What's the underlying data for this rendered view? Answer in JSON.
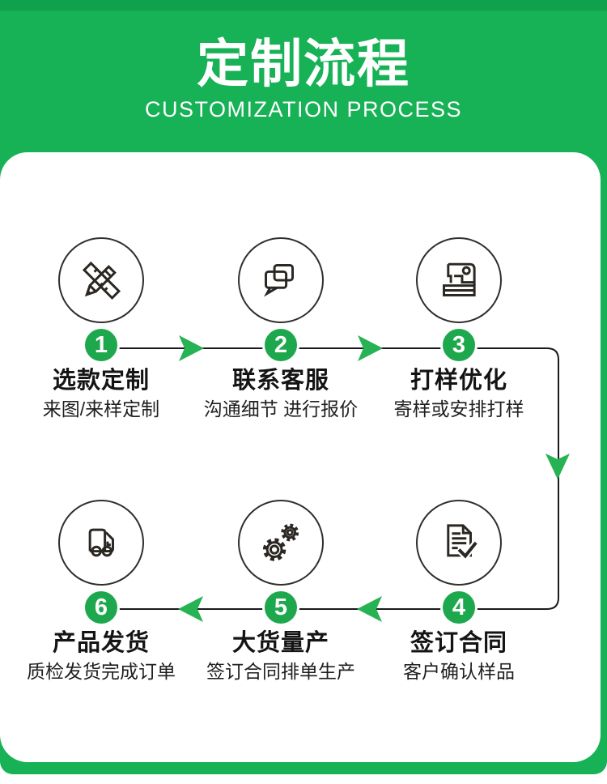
{
  "header": {
    "title": "定制流程",
    "subtitle": "CUSTOMIZATION PROCESS"
  },
  "steps": [
    {
      "number": "1",
      "title": "选款定制",
      "subtitle": "来图/来样定制",
      "icon": "pencil-ruler-icon"
    },
    {
      "number": "2",
      "title": "联系客服",
      "subtitle": "沟通细节 进行报价",
      "icon": "chat-bubbles-icon"
    },
    {
      "number": "3",
      "title": "打样优化",
      "subtitle": "寄样或安排打样",
      "icon": "sewing-machine-icon"
    },
    {
      "number": "4",
      "title": "签订合同",
      "subtitle": "客户确认样品",
      "icon": "document-check-icon"
    },
    {
      "number": "5",
      "title": "大货量产",
      "subtitle": "签订合同排单生产",
      "icon": "gears-icon"
    },
    {
      "number": "6",
      "title": "产品发货",
      "subtitle": "质检发货完成订单",
      "icon": "truck-icon"
    }
  ],
  "colors": {
    "background_green": "#17b156",
    "background_green_dark": "#0fa14b",
    "badge_green": "#1ea84e",
    "arrow_green": "#27b254",
    "connector_line": "#1a1a1a",
    "card_background": "#ffffff",
    "title_text": "#141414",
    "subtitle_text": "#1f1f1f",
    "header_text": "#ffffff"
  }
}
